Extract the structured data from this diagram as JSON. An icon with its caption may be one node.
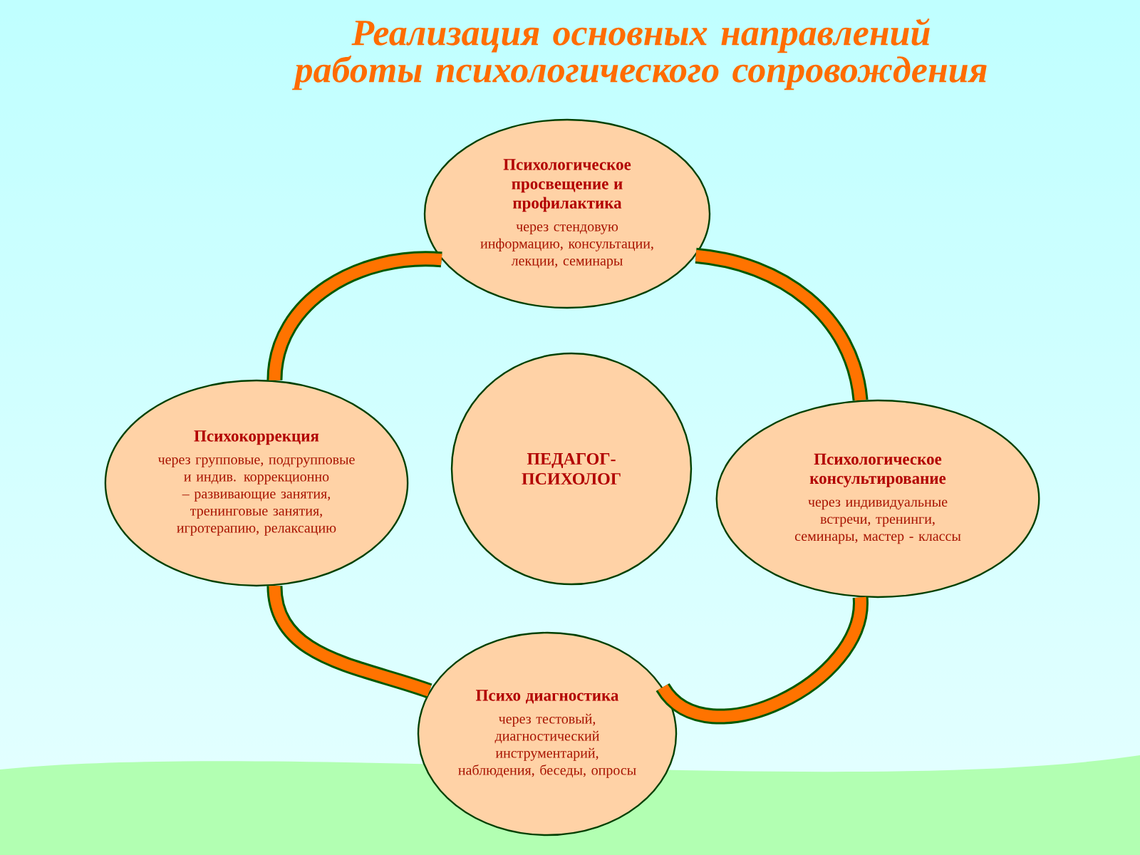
{
  "diagram": {
    "title": "Реализация основных направлений работы психологического сопровождения",
    "nodes": [
      {
        "text": [
          "Психологическое просвещение и профилактика",
          "через стендовую информацию, консультации, лекции, семинары"
        ]
      },
      {
        "text": [
          "Психокоррекция",
          "через групповые, подгрупповые и индив. коррекционно – развивающие занятия, тренинговые занятия, игротерапию, релаксацию"
        ]
      },
      {
        "text": [
          "ПЕДАГОГ- ПСИХОЛОГ"
        ]
      },
      {
        "text": [
          "Психологическое консультирование",
          "через индивидуальные встречи, тренинги, семинары, мастер - классы"
        ]
      },
      {
        "text": [
          "Психо диагностика",
          "через тестовый, диагностический инструментарий, наблюдения, беседы, опросы"
        ]
      }
    ],
    "edges": [
      {
        "from": 0,
        "to": 3,
        "arrow": "none"
      },
      {
        "from": 3,
        "to": 4,
        "arrow": "none"
      },
      {
        "from": 4,
        "to": 1,
        "arrow": "none"
      },
      {
        "from": 1,
        "to": 0,
        "arrow": "none"
      }
    ]
  }
}
